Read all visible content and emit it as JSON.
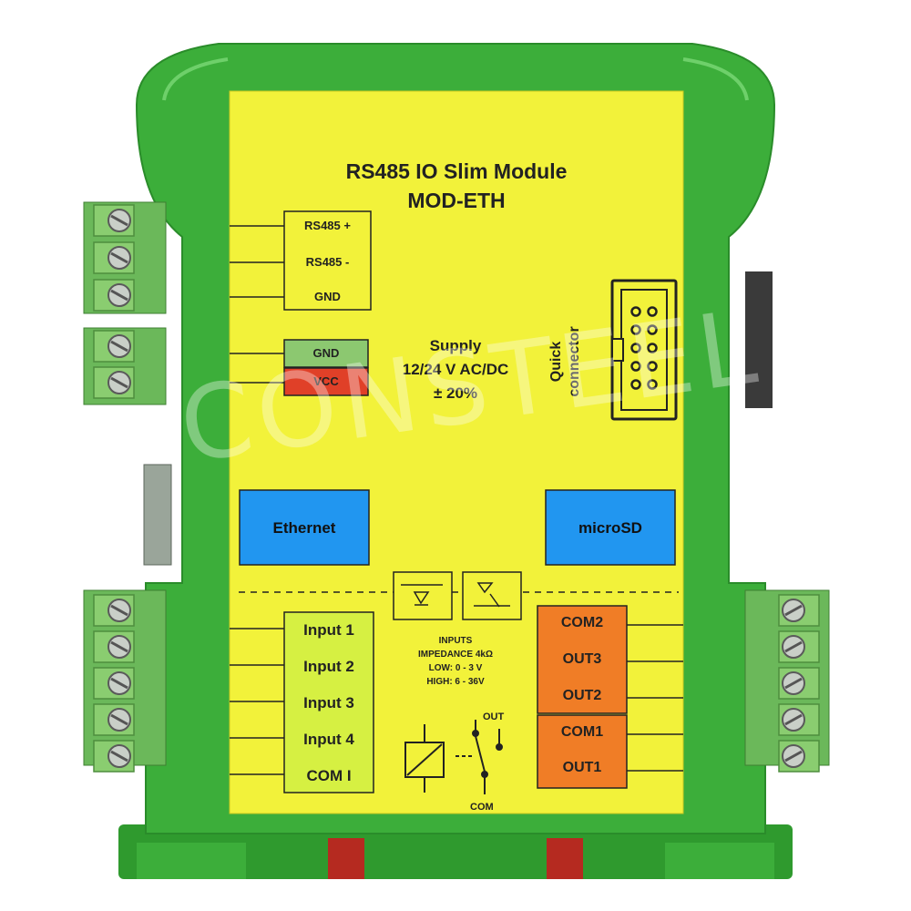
{
  "label": {
    "title": "RS485 IO Slim Module",
    "model": "MOD-ETH",
    "rs485_plus": "RS485 +",
    "rs485_minus": "RS485 -",
    "gnd": "GND",
    "supply_gnd": "GND",
    "supply_vcc": "VCC",
    "supply_line1": "Supply",
    "supply_line2": "12/24 V AC/DC",
    "supply_line3": "± 20%",
    "quick_line1": "Quick",
    "quick_line2": "connector",
    "ethernet": "Ethernet",
    "microsd": "microSD",
    "inputs": [
      "Input 1",
      "Input 2",
      "Input 3",
      "Input 4",
      "COM I"
    ],
    "outputs_group1": [
      "COM2",
      "OUT3",
      "OUT2"
    ],
    "outputs_group2": [
      "COM1",
      "OUT1"
    ],
    "specs": [
      "INPUTS",
      "IMPEDANCE 4kΩ",
      "LOW: 0 - 3 V",
      "HIGH: 6 - 36V"
    ],
    "relay_out": "OUT",
    "relay_com": "COM"
  },
  "watermark": "CONSTEEL",
  "colors": {
    "housing": "#3cae3a",
    "label": "#f2f23a",
    "terminal": "#7dc868",
    "blue_box": "#2196f0",
    "orange_box": "#f07d26",
    "input_box": "#d6f042",
    "gnd_box": "#8cc870",
    "vcc_box": "#e04028"
  }
}
